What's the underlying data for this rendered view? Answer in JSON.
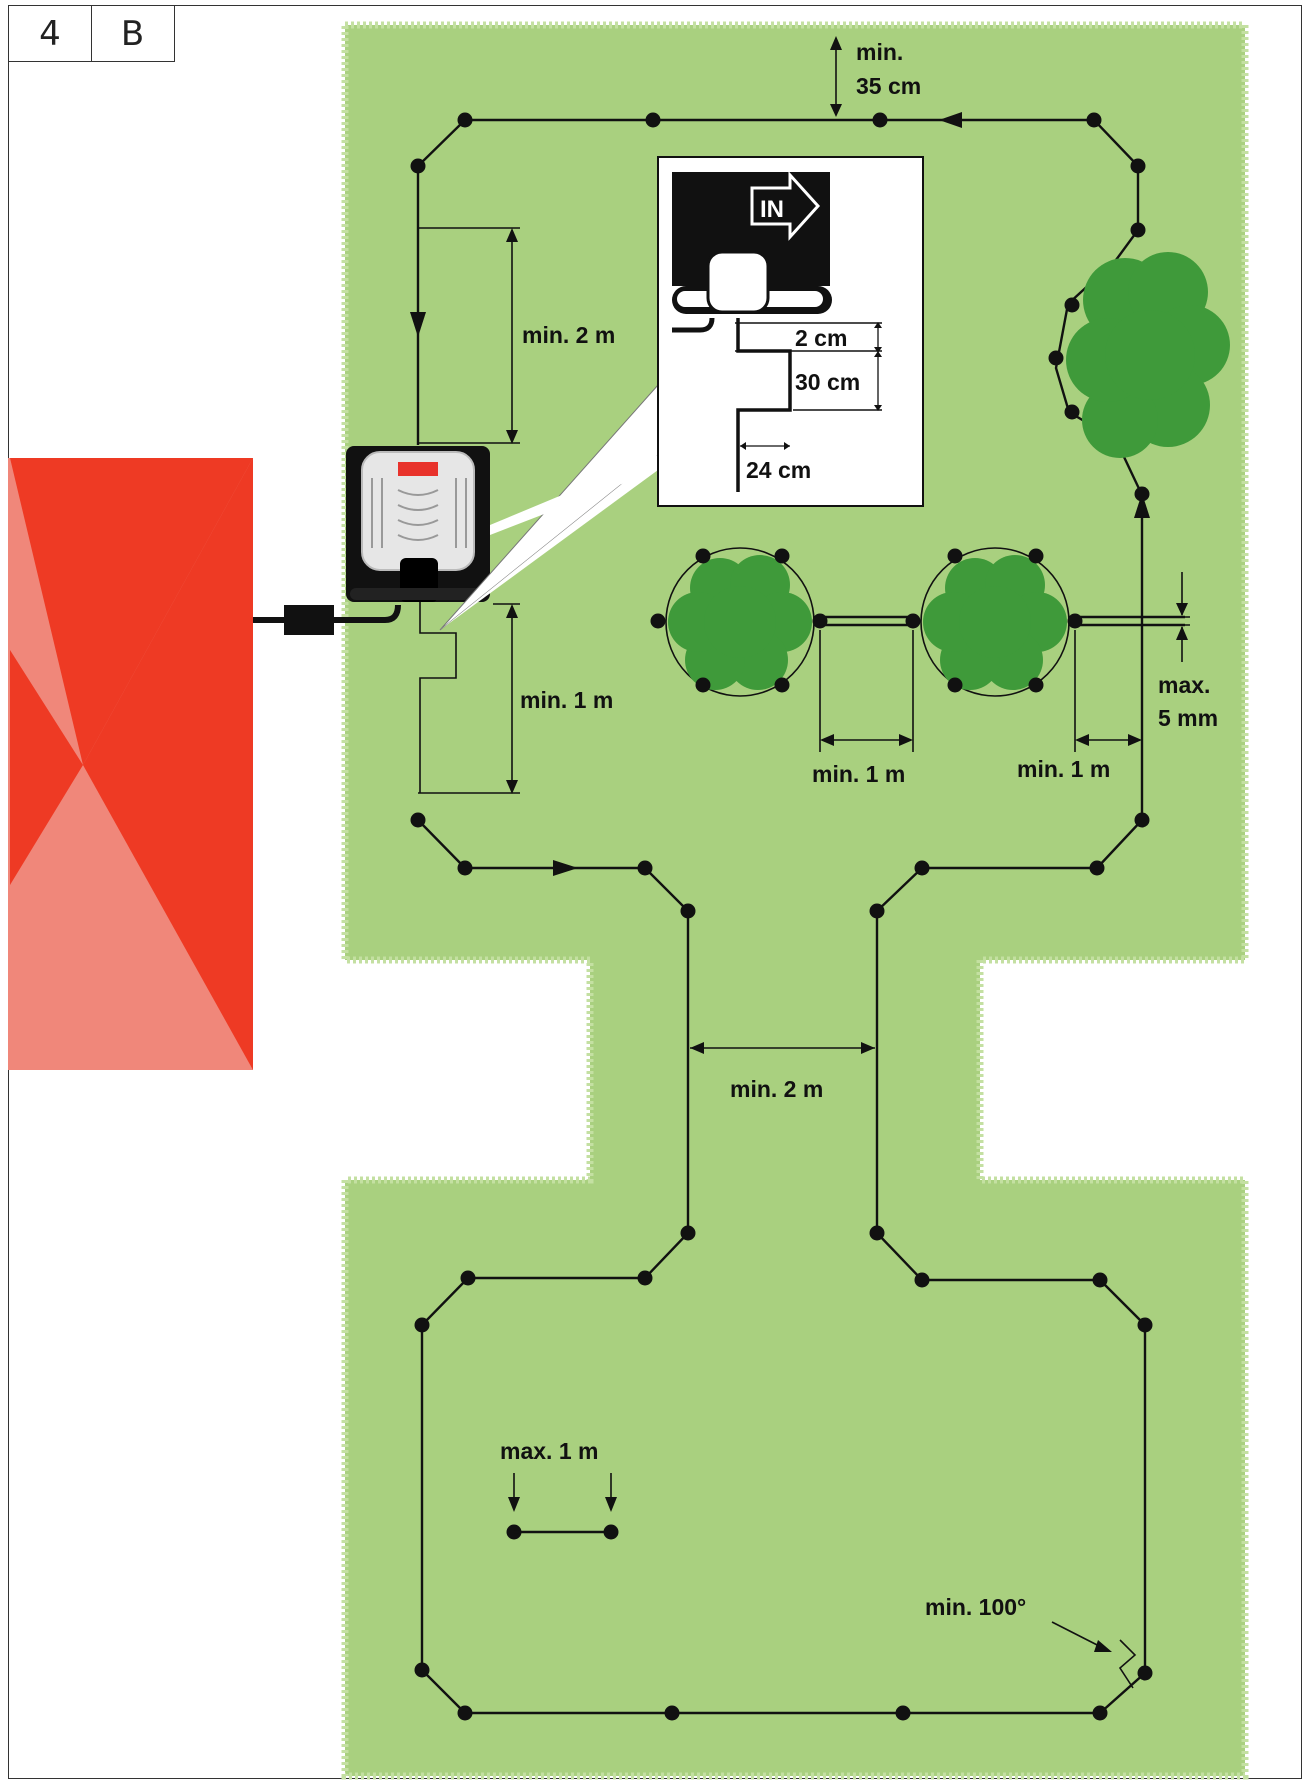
{
  "figure": {
    "number": "4",
    "letter": "B"
  },
  "labels": {
    "min_35cm_line1": "min.",
    "min_35cm_line2": "35 cm",
    "min_2m_top": "min. 2 m",
    "min_1m_station": "min. 1 m",
    "min_1m_between_shrubs": "min. 1 m",
    "min_1m_shrub_to_wire": "min. 1 m",
    "max_5mm_line1": "max.",
    "max_5mm_line2": "5 mm",
    "min_2m_passage": "min. 2 m",
    "max_1m": "max. 1 m",
    "min_100deg": "min. 100°"
  },
  "inset": {
    "in_label": "IN",
    "dim_2cm": "2 cm",
    "dim_30cm": "30 cm",
    "dim_24cm": "24 cm"
  },
  "colors": {
    "lawn": "#a9d07f",
    "shrub": "#3f9a3a",
    "house_light": "#f0877a",
    "house_dark": "#ee3a24",
    "wire": "#111111"
  }
}
